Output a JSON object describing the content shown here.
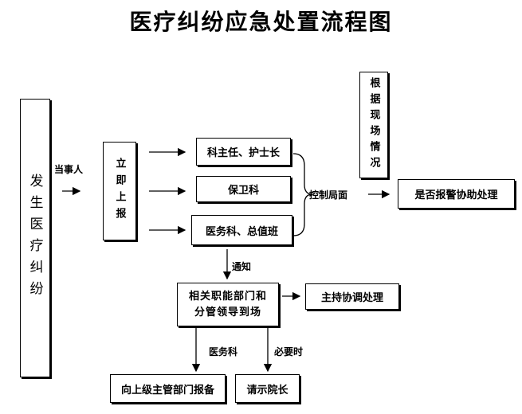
{
  "title": "医疗纠纷应急处置流程图",
  "nodes": {
    "occurrence": "发生医疗纠纷",
    "immediate_report": "立即上报",
    "director_head_nurse": "科主任、护士长",
    "security_dept": "保卫科",
    "medical_affairs_duty": "医务科、总值班",
    "situation": "根据现场情况",
    "police_assist": "是否报警协助处理",
    "related_depts": "相关职能部门和分管领导到场",
    "host_coordination": "主持协调处理",
    "report_upper": "向上级主管部门报备",
    "ask_president": "请示院长"
  },
  "edge_labels": {
    "party": "当事人",
    "control_scene": "控制局面",
    "notify": "通知",
    "medical_affairs": "医务科",
    "when_necessary": "必要时"
  }
}
